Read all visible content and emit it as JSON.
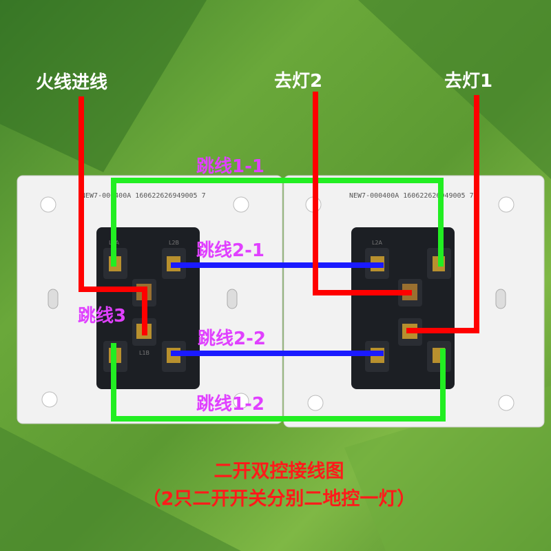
{
  "labels": {
    "live_in": "火线进线",
    "to_light_2": "去灯2",
    "to_light_1": "去灯1",
    "jumper_1_1": "跳线1-1",
    "jumper_2_1": "跳线2-1",
    "jumper_3": "跳线3",
    "jumper_2_2": "跳线2-2",
    "jumper_1_2": "跳线1-2"
  },
  "plates": {
    "left_code": "NEW7-000400A 160622626949005 7",
    "right_code": "NEW7-000400A 160622626949005 7",
    "terminals": [
      "L1A",
      "L2B",
      "L1B",
      "L2A"
    ]
  },
  "title": "二开双控接线图",
  "subtitle": "（2只二开开关分别二地控一灯）",
  "colors": {
    "live": "#ff0000",
    "jumper1": "#22ee22",
    "jumper2": "#1a1aff",
    "label_white": "#ffffff",
    "label_jumper": "#e040ff",
    "title": "#ff1a1a"
  }
}
